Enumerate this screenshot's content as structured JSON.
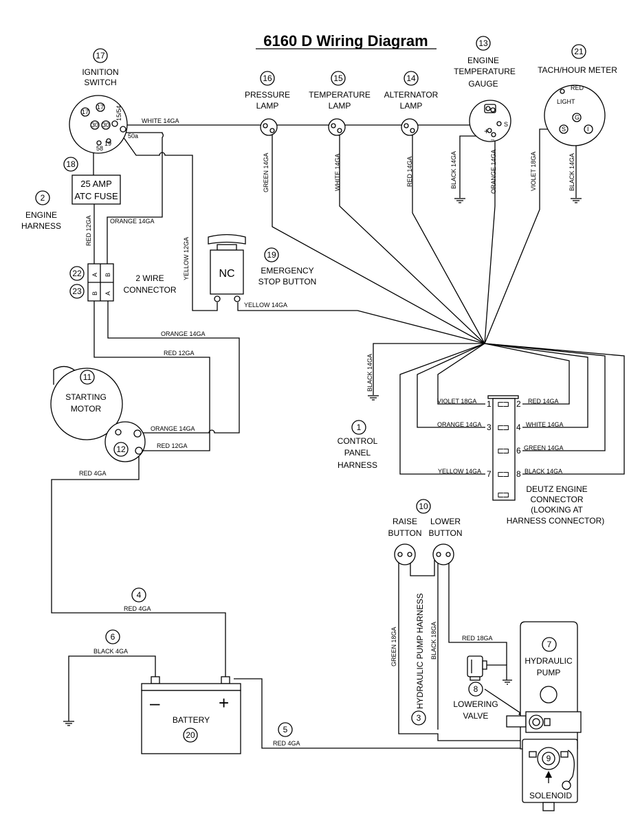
{
  "title": "6160 D Wiring Diagram",
  "components": {
    "c1": {
      "num": "1",
      "l1": "CONTROL",
      "l2": "PANEL",
      "l3": "HARNESS"
    },
    "c2": {
      "num": "2",
      "l1": "ENGINE",
      "l2": "HARNESS"
    },
    "c3": {
      "num": "3",
      "l1": "HYDRAULIC PUMP HARNESS"
    },
    "c4": {
      "num": "4"
    },
    "c5": {
      "num": "5"
    },
    "c6": {
      "num": "6"
    },
    "c7": {
      "num": "7",
      "l1": "HYDRAULIC",
      "l2": "PUMP"
    },
    "c8": {
      "num": "8",
      "l1": "LOWERING",
      "l2": "VALVE"
    },
    "c9": {
      "num": "9",
      "l1": "SOLENOID"
    },
    "c10": {
      "num": "10",
      "l1": "RAISE",
      "l2": "BUTTON",
      "l3": "LOWER",
      "l4": "BUTTON"
    },
    "c11": {
      "num": "11",
      "l1": "STARTING",
      "l2": "MOTOR"
    },
    "c12": {
      "num": "12"
    },
    "c13": {
      "num": "13",
      "l1": "ENGINE",
      "l2": "TEMPERATURE",
      "l3": "GAUGE"
    },
    "c14": {
      "num": "14",
      "l1": "ALTERNATOR",
      "l2": "LAMP"
    },
    "c15": {
      "num": "15",
      "l1": "TEMPERATURE",
      "l2": "LAMP"
    },
    "c16": {
      "num": "16",
      "l1": "PRESSURE",
      "l2": "LAMP"
    },
    "c17": {
      "num": "17",
      "l1": "IGNITION",
      "l2": "SWITCH"
    },
    "c18": {
      "num": "18",
      "l1": "25 AMP",
      "l2": "ATC FUSE"
    },
    "c19": {
      "num": "19",
      "l1": "EMERGENCY",
      "l2": "STOP BUTTON",
      "nc": "NC"
    },
    "c20": {
      "num": "20",
      "l1": "BATTERY"
    },
    "c21": {
      "num": "21",
      "l1": "TACH/HOUR METER"
    },
    "c22": {
      "num": "22"
    },
    "c23": {
      "num": "23",
      "l1": "2 WIRE",
      "l2": "CONNECTOR"
    }
  },
  "switch_terms": {
    "t17": "17",
    "t30a": "30",
    "t30b": "30",
    "t1554": "15/54",
    "t50a": "50a",
    "t19": "19",
    "t58": "58"
  },
  "connector_ab": {
    "a1": "A",
    "b1": "B",
    "b2": "B",
    "a2": "A"
  },
  "gauge_terms": {
    "plus": "+",
    "s": "S",
    "minus": "–"
  },
  "tach_terms": {
    "red": "RED",
    "light": "LIGHT",
    "g": "G",
    "s": "S",
    "i": "I"
  },
  "battery_terms": {
    "minus": "–",
    "plus": "+"
  },
  "deutz": {
    "l1": "DEUTZ ENGINE",
    "l2": "CONNECTOR",
    "l3": "(LOOKING AT",
    "l4": "HARNESS CONNECTOR)",
    "p1": "1",
    "p2": "2",
    "p3": "3",
    "p4": "4",
    "p6": "6",
    "p7": "7",
    "p8": "8"
  },
  "wires": {
    "white_14ga": "WHITE 14GA",
    "green_14ga": "GREEN 14GA",
    "white_14ga_v": "WHITE 14GA",
    "red_14ga": "RED 14GA",
    "black_14ga_gauge": "BLACK 14GA",
    "orange_14ga_gauge": "ORANGE 14GA",
    "violet_18ga": "VIOLET 18GA",
    "black_14ga_tach": "BLACK 14GA",
    "orange_14ga_top": "ORANGE 14GA",
    "red_12ga_v": "RED 12GA",
    "yellow_12ga": "YELLOW 12GA",
    "yellow_14ga": "YELLOW 14GA",
    "orange_14ga_mid": "ORANGE 14GA",
    "red_12ga_mid": "RED 12GA",
    "orange_14ga_motor": "ORANGE 14GA",
    "red_12ga_motor": "RED 12GA",
    "black_14ga_gnd": "BLACK 14GA",
    "red_4ga_top": "RED 4GA",
    "red_4ga_4": "RED 4GA",
    "black_4ga": "BLACK 4GA",
    "red_4ga_5": "RED 4GA",
    "green_18ga": "GREEN 18GA",
    "black_18ga": "BLACK 18GA",
    "red_18ga": "RED 18GA",
    "dz_violet": "VIOLET 18GA",
    "dz_red": "RED 14GA",
    "dz_orange": "ORANGE 14GA",
    "dz_white": "WHITE 14GA",
    "dz_green": "GREEN 14GA",
    "dz_yellow": "YELLOW 14GA",
    "dz_black": "BLACK 14GA"
  }
}
